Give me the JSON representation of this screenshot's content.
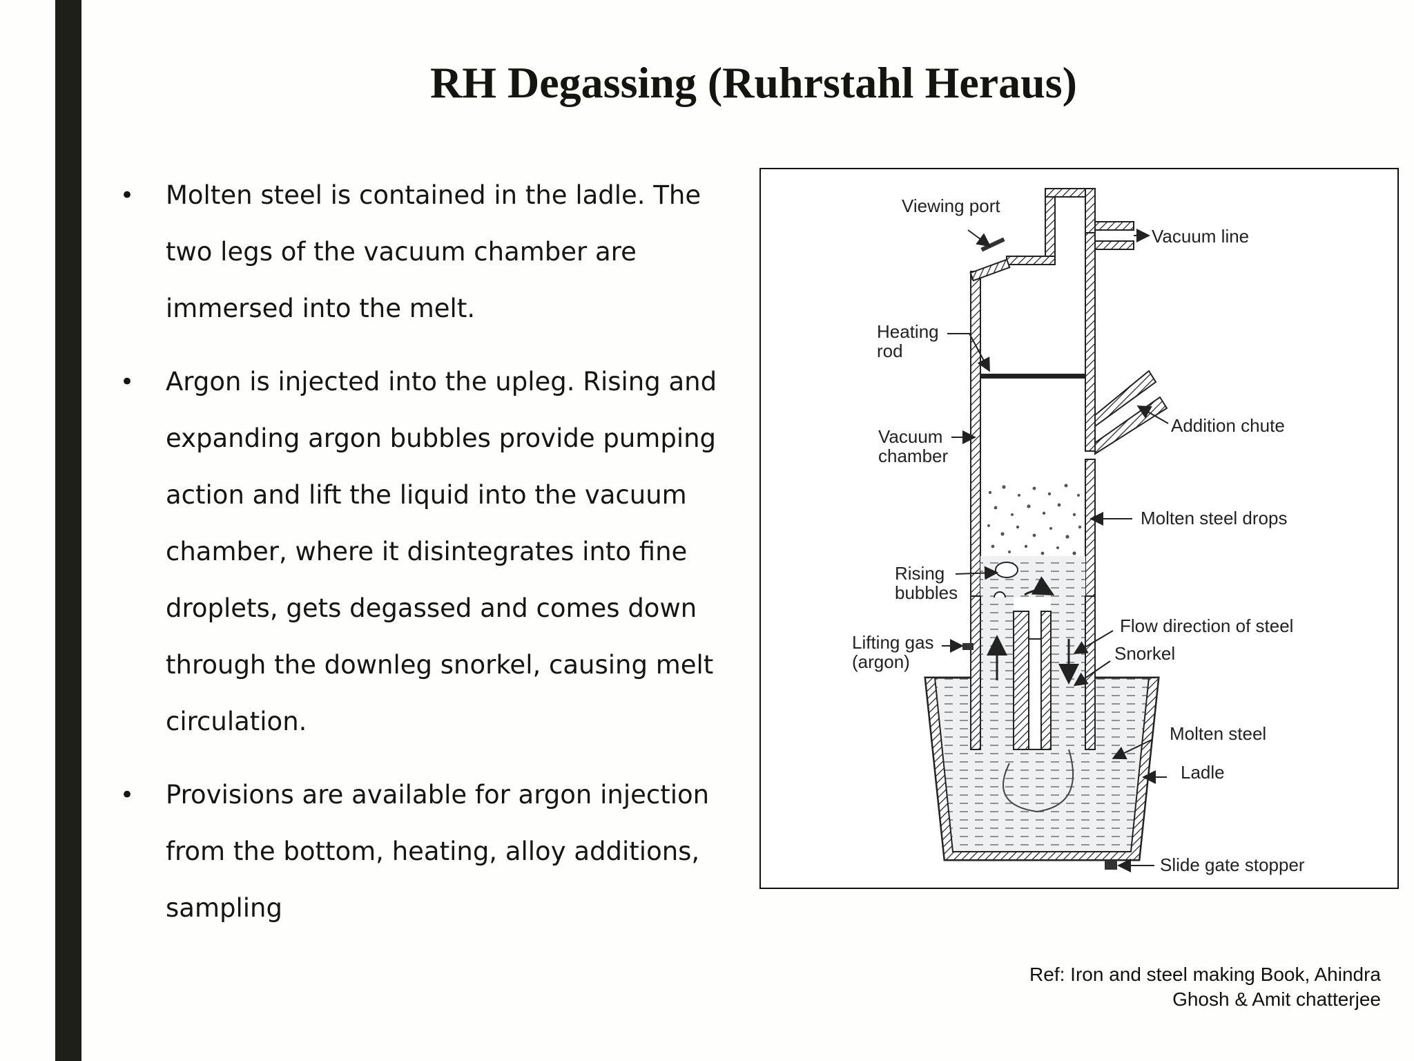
{
  "slide": {
    "title": "RH Degassing (Ruhrstahl Heraus)",
    "bullet_symbol": "•",
    "bullets": [
      "Molten steel is contained in the ladle. The two legs of the vacuum chamber are immersed into the melt.",
      "Argon is injected into the upleg. Rising and expanding argon bubbles provide pumping action and lift the liquid into the vacuum chamber, where it disintegrates into fine droplets, gets degassed and comes down through the downleg snorkel, causing melt circulation.",
      "Provisions are available for argon injection from the bottom, heating, alloy additions, sampling"
    ],
    "reference_line1": "Ref: Iron and steel making  Book, Ahindra",
    "reference_line2": "Ghosh & Amit chatterjee"
  },
  "diagram": {
    "labels": {
      "viewing_port": "Viewing port",
      "vacuum_line": "Vacuum line",
      "heating_rod_1": "Heating",
      "heating_rod_2": "rod",
      "addition_chute": "Addition chute",
      "vacuum_chamber_1": "Vacuum",
      "vacuum_chamber_2": "chamber",
      "molten_steel_drops": "Molten steel drops",
      "rising_bubbles_1": "Rising",
      "rising_bubbles_2": "bubbles",
      "flow_direction": "Flow direction of steel",
      "snorkel": "Snorkel",
      "lifting_gas_1": "Lifting gas",
      "lifting_gas_2": "(argon)",
      "molten_steel": "Molten steel",
      "ladle": "Ladle",
      "slide_gate": "Slide gate stopper"
    }
  }
}
